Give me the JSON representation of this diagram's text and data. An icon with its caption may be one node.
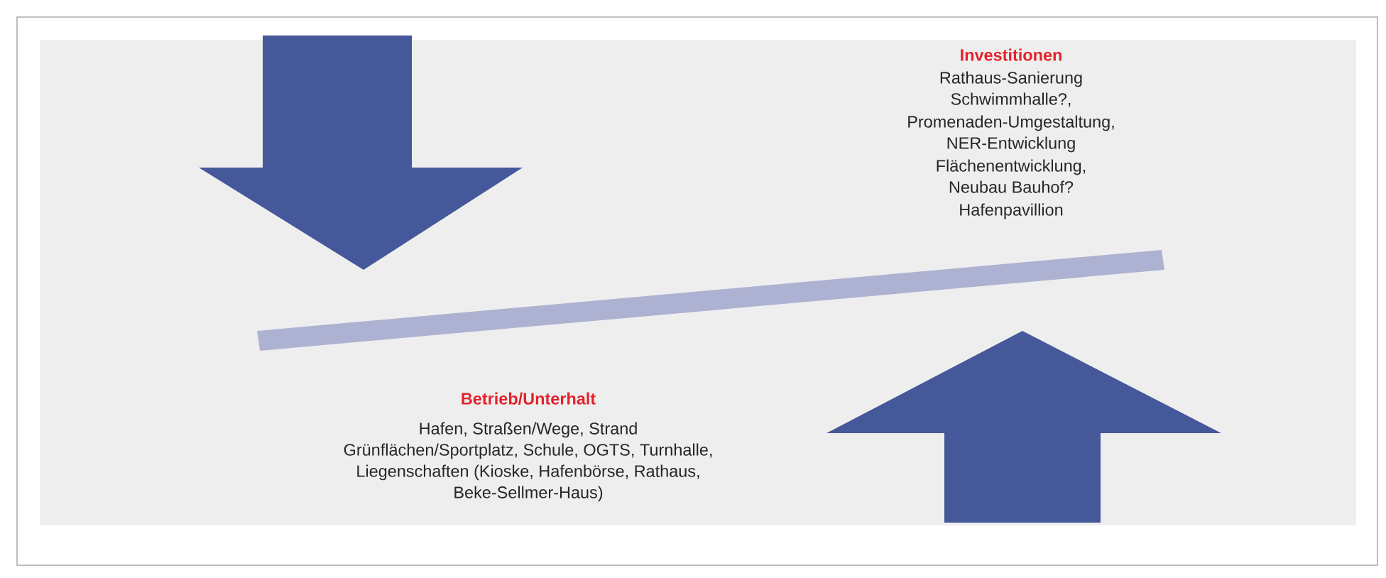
{
  "diagram": {
    "labels": [
      "Investitionen",
      "Rathaus-Sanierung",
      "Schwimmhalle?,",
      "Promenaden-Umgestaltung,",
      "NER-Entwicklung",
      "Flächenentwicklung,",
      "Neubau Bauhof?",
      "Hafenpavillion",
      "Betrieb/Unterhalt",
      "Hafen, Straßen/Wege, Strand",
      "Grünflächen/Sportplatz, Schule, OGTS, Turnhalle,",
      "Liegenschaften (Kioske, Hafenbörse, Rathaus,",
      "Beke-Sellmer-Haus)"
    ]
  }
}
